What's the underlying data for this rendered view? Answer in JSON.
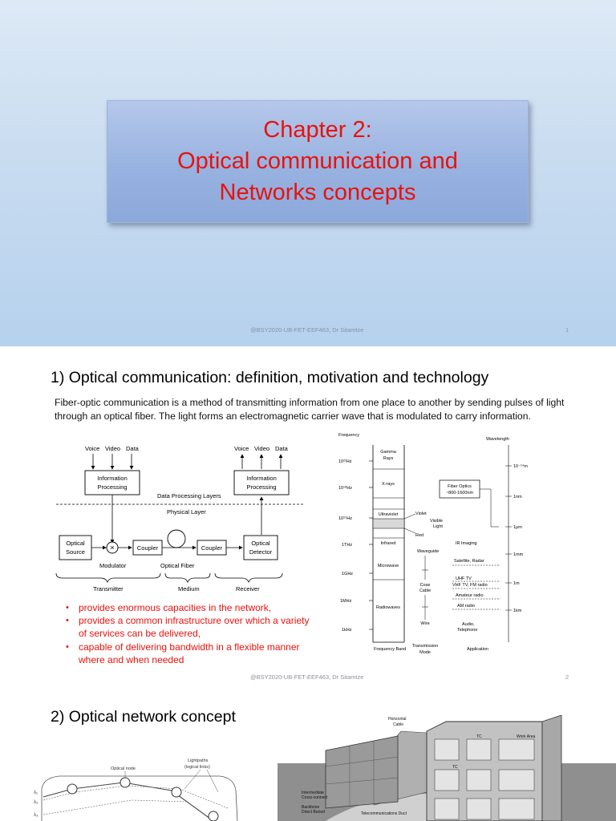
{
  "slide1": {
    "title_line1": "Chapter 2:",
    "title_line2": "Optical communication and",
    "title_line3": "Networks concepts",
    "footer": "@BSY2020-UB-FET-EEF463, Dr Sitamtze",
    "page_number": "1",
    "title_color": "#e8120e"
  },
  "slide2": {
    "title": "1) Optical communication: definition, motivation and technology",
    "paragraph": "Fiber-optic communication is a method of transmitting information from one place to another by sending pulses of light through an optical fiber. The light forms an electromagnetic carrier wave that is modulated to carry information.",
    "bullets": [
      "provides enormous capacities in the network,",
      "provides a common infrastructure over which a variety of services can be delivered,",
      "capable of delivering bandwidth in a flexible manner where and when needed"
    ],
    "footer": "@BSY2020-UB-FET-EEF463, Dr Sitamtze",
    "page_number": "2",
    "block_diagram": {
      "voice": "Voice",
      "video": "Video",
      "data": "Data",
      "info_line1": "Information",
      "info_line2": "Processing",
      "data_layers": "Data Processing Layers",
      "physical_layer": "Physical Layer",
      "optical": "Optical",
      "source": "Source",
      "coupler": "Coupler",
      "detector": "Detector",
      "modulator": "Modulator",
      "optical_fiber": "Optical Fiber",
      "transmitter": "Transmitter",
      "medium": "Medium",
      "receiver": "Receiver",
      "multiply": "×"
    },
    "spectrum": {
      "frequency": "Frequency",
      "wavelength": "Wavelength",
      "f1": "10²²Hz",
      "f2": "10¹⁸Hz",
      "f3": "10¹⁵Hz",
      "f4": "1THz",
      "f5": "1GHz",
      "f6": "1MHz",
      "f7": "1kHz",
      "w1": "10⁻¹⁴m",
      "w2": "1nm",
      "w3": "1μm",
      "w4": "1mm",
      "w5": "1m",
      "w6": "1km",
      "gamma": "Gamma",
      "rays": "Rays",
      "xrays": "X-rays",
      "ultraviolet": "Ultraviolet",
      "infrared": "Infrared",
      "microwave": "Microwave",
      "radiowaves": "Radiowaves",
      "violet": "Violet",
      "visible": "Visible",
      "light": "Light",
      "red": "Red",
      "fiber_optics": "Fiber Optics",
      "fiber_range": "~800-1600nm",
      "ir_imaging": "IR Imaging",
      "waveguide": "Waveguide",
      "satellite": "Satellite, Radar",
      "uhf": "UHF TV",
      "vhf": "VHF TV, FM radio",
      "amateur": "Amateur radio",
      "am": "AM radio",
      "coax": "Coax",
      "cable": "Cable",
      "wire": "Wire",
      "audio": "Audio,",
      "telephone": "Telephone",
      "band": "Frequency Band",
      "transmission": "Transmission",
      "mode": "Mode",
      "application": "Application"
    }
  },
  "slide3": {
    "title": "2) Optical network concept",
    "network": {
      "lightpaths": "Lightpaths",
      "logical": "(logical links)",
      "optical_node": "Optical node",
      "l1": "λ₁",
      "l2": "λ₂",
      "l3": "λ₃"
    },
    "building": {
      "horizontal": "Horizontal",
      "cable": "Cable",
      "intermediate": "Intermediate",
      "crossconnect": "Cross-connect",
      "backbone": "Backbone",
      "direct": "Direct Buried",
      "telecom": "Telecommunications Duct",
      "tc": "TC",
      "work_area": "Work Area"
    }
  }
}
